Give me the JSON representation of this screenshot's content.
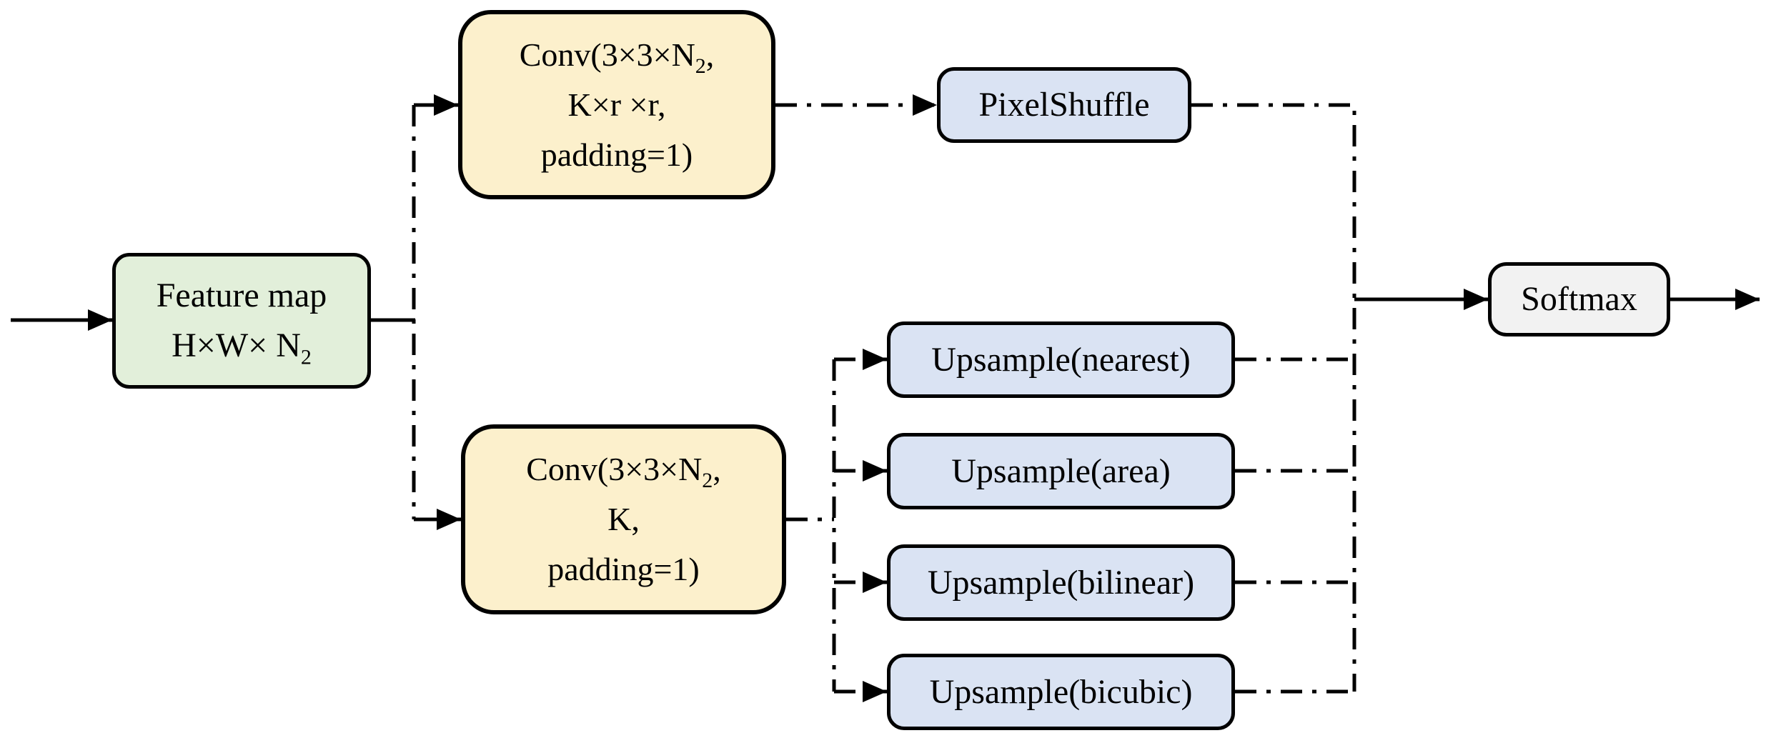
{
  "nodes": {
    "feature_map": {
      "line1": "Feature map",
      "line2_pre": "H×W× N",
      "line2_sub": "2"
    },
    "conv_top": {
      "line1_pre": "Conv(3×3×N",
      "line1_sub": "2",
      "line1_post": ",",
      "line2": "K×r ×r,",
      "line3": "padding=1)"
    },
    "conv_bottom": {
      "line1_pre": "Conv(3×3×N",
      "line1_sub": "2",
      "line1_post": ",",
      "line2": "K,",
      "line3": "padding=1)"
    },
    "pixel_shuffle": {
      "label": "PixelShuffle"
    },
    "upsample_nearest": {
      "label": "Upsample(nearest)"
    },
    "upsample_area": {
      "label": "Upsample(area)"
    },
    "upsample_bilinear": {
      "label": "Upsample(bilinear)"
    },
    "upsample_bicubic": {
      "label": "Upsample(bicubic)"
    },
    "softmax": {
      "label": "Softmax"
    }
  },
  "colors": {
    "feature-fill": "#e2efda",
    "conv-fill": "#fcf0cc",
    "upsample-fill": "#dae3f3",
    "softmax-fill": "#f2f2f2",
    "node-border": "#000000",
    "connector": "#000000"
  }
}
